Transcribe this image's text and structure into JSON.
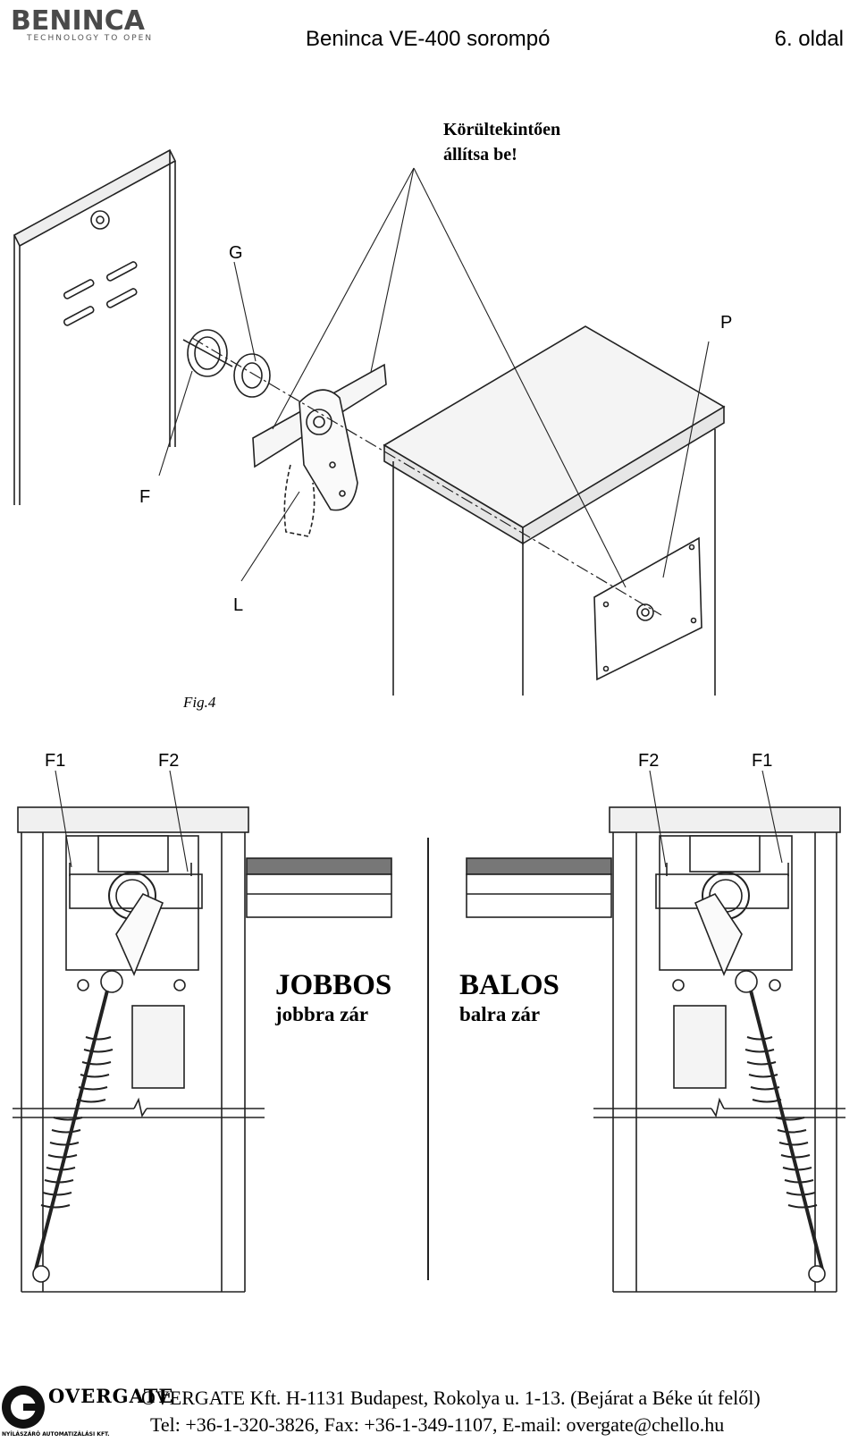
{
  "header": {
    "logo_text": "BENINCA",
    "logo_tagline": "TECHNOLOGY TO OPEN",
    "title": "Beninca VE-400 sorompó",
    "page": "6. oldal"
  },
  "figure_top": {
    "warning_line1": "Körültekintően",
    "warning_line2": "állítsa be!",
    "label_g": "G",
    "label_p": "P",
    "label_f": "F",
    "label_l": "L",
    "caption": "Fig.4"
  },
  "figure_bottom": {
    "left_f1": "F1",
    "left_f2": "F2",
    "right_f2": "F2",
    "right_f1": "F1",
    "right_title": "JOBBOS",
    "right_sub": "jobbra zár",
    "left_title": "BALOS",
    "left_sub": "balra zár"
  },
  "footer": {
    "logo_text": "OVERGATE",
    "logo_sub": "NYÍLÁSZÁRÓ AUTOMATIZÁLÁSI KFT.",
    "line1": "OVERGATE Kft. H-1131 Budapest, Rokolya u. 1-13. (Bejárat a Béke út felől)",
    "line2": "Tel: +36-1-320-3826, Fax: +36-1-349-1107, E-mail: overgate@chello.hu"
  }
}
